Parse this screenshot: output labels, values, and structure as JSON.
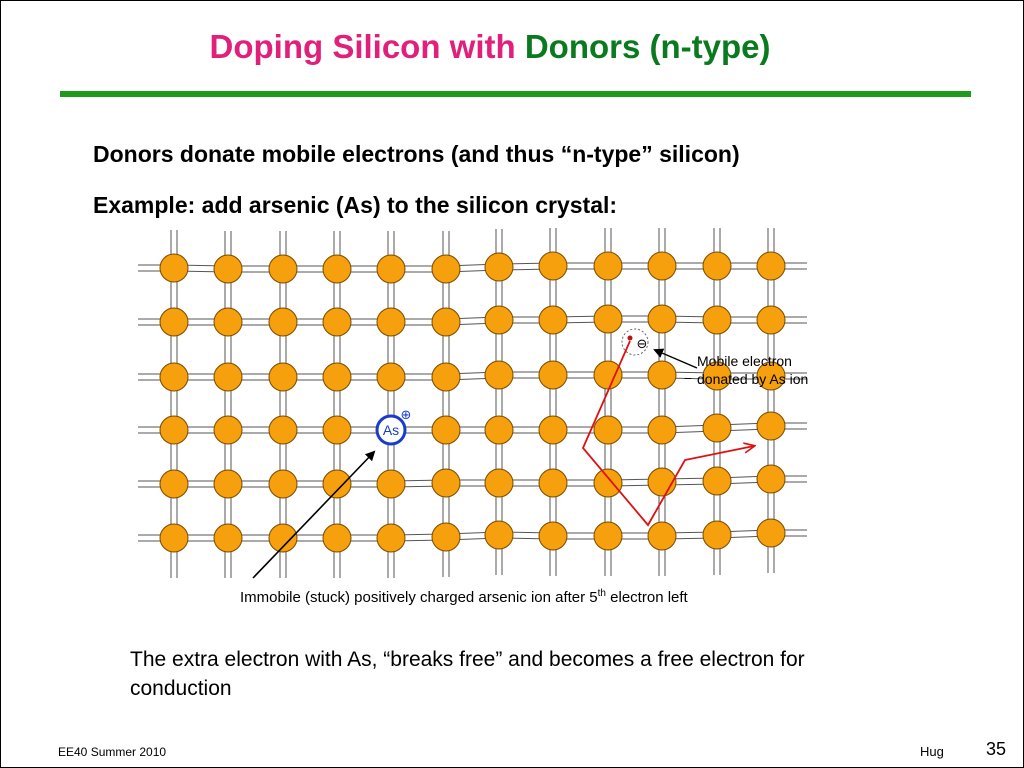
{
  "slide": {
    "title_part1": "Doping Silicon with ",
    "title_part2": "Donors (n-type)",
    "bullet1": "Donors donate mobile electrons (and thus “n-type” silicon)",
    "bullet2": "Example: add arsenic (As) to the silicon crystal:",
    "conclusion": "The extra electron with As, “breaks free” and becomes a free electron for conduction"
  },
  "diagram": {
    "rows": 6,
    "cols": 12,
    "dopant_position": {
      "row": 4,
      "col": 5
    },
    "dopant_label": "As",
    "dopant_charge": "⊕",
    "electron_charge": "⊖",
    "immobile_caption": {
      "text_before": "Immobile (stuck) positively charged arsenic ion after 5",
      "superscript": "th",
      "text_after": " electron left"
    },
    "mobile_caption": {
      "line1": "Mobile electron",
      "line2": "donated by As ion"
    },
    "colors": {
      "atom_fill": "#f5a00c",
      "atom_stroke": "#7a4a00",
      "dopant_stroke": "#1a3cc8",
      "bond": "#555555",
      "electron_path": "#e01010",
      "arrow": "#000000"
    }
  },
  "footer": {
    "course": "EE40 Summer 2010",
    "author": "Hug",
    "page": "35"
  }
}
